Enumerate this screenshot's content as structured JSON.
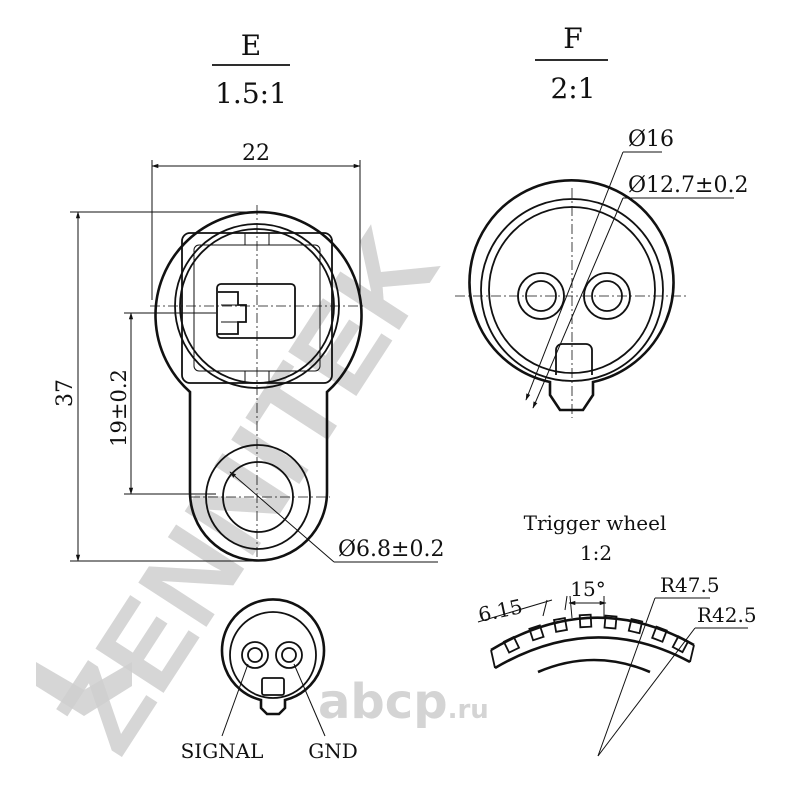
{
  "watermark": {
    "brand": "ZENNITEK",
    "logo": "abcp",
    "logo_suffix": ".ru"
  },
  "view_e": {
    "letter": "E",
    "scale": "1.5:1"
  },
  "view_f": {
    "letter": "F",
    "scale": "2:1"
  },
  "dims_e": {
    "width": "22",
    "height": "37",
    "pitch": "19±0.2",
    "hole": "Ø6.8±0.2"
  },
  "dims_f": {
    "outer": "Ø16",
    "inner": "Ø12.7±0.2"
  },
  "connector": {
    "signal": "SIGNAL",
    "gnd": "GND"
  },
  "trigger_wheel": {
    "title": "Trigger wheel",
    "scale": "1:2",
    "tooth": "6.15",
    "angle": "15°",
    "r_outer": "R47.5",
    "r_inner": "R42.5"
  }
}
